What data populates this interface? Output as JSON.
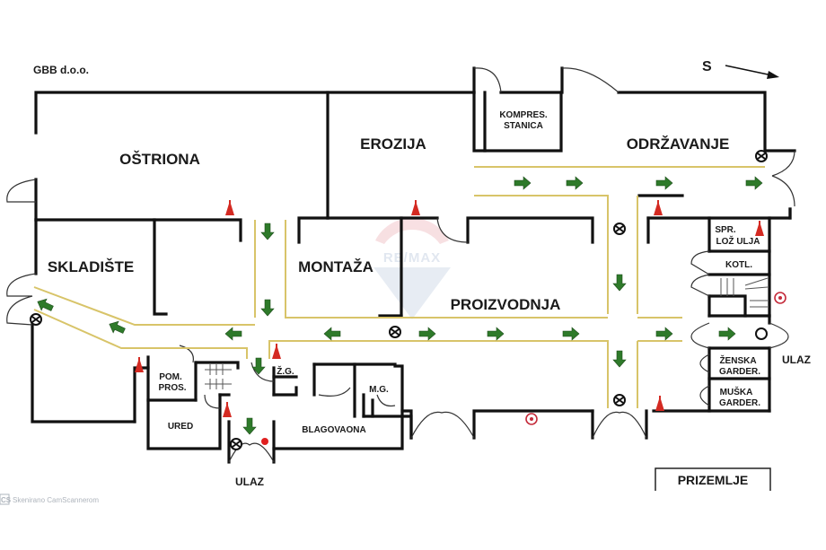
{
  "header": {
    "company": "GBB d.o.o.",
    "orientation_label": "S",
    "floor_label": "PRIZEMLJE"
  },
  "rooms": {
    "ostriona": "OŠTRIONA",
    "erozija": "EROZIJA",
    "kompres_line1": "KOMPRES.",
    "kompres_line2": "STANICA",
    "odrzavanje": "ODRŽAVANJE",
    "skladiste": "SKLADIŠTE",
    "montaza": "MONTAŽA",
    "proizvodnja": "PROIZVODNJA",
    "spr_line1": "SPR.",
    "spr_line2": "LOŽ ULJA",
    "kotl": "KOTL.",
    "zenska_line1": "ŽENSKA",
    "zenska_line2": "GARDER.",
    "muska_line1": "MUŠKA",
    "muska_line2": "GARDER.",
    "pom_line1": "POM.",
    "pom_line2": "PROS.",
    "ured": "URED",
    "zg": "Ž.G.",
    "mg": "M.G.",
    "blagovaona": "BLAGOVAONA"
  },
  "entrances": {
    "main_bottom": "ULAZ",
    "right_side": "ULAZ"
  },
  "watermark": {
    "brand": "RE/MAX",
    "scanner_badge": "CS",
    "scanner_text": "Skenirano CamScannerom"
  },
  "legend_symbols": {
    "evacuation_arrow": "evacuation-route-arrow",
    "fire_extinguisher": "fire-extinguisher",
    "hydrant": "fire-hydrant",
    "alarm": "fire-alarm-button",
    "assembly": "red-dot-marker"
  },
  "colors": {
    "wall": "#111111",
    "evacuation_arrow": "#2e7a2a",
    "route_line": "#d8c469",
    "extinguisher": "#d42a22",
    "alarm": "#c42a3a"
  }
}
